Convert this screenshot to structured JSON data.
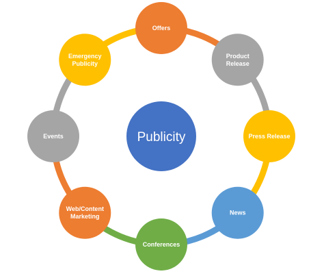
{
  "center": {
    "label": "Publicity",
    "color": "#4472C4"
  },
  "nodes": [
    {
      "id": "offers",
      "label": "Offers",
      "color": "#ED7D31"
    },
    {
      "id": "product-release",
      "label": "Product Release",
      "lines": [
        "Product",
        "Release"
      ],
      "color": "#A5A5A5"
    },
    {
      "id": "press-release",
      "label": "Press Release",
      "color": "#FFC000"
    },
    {
      "id": "news",
      "label": "News",
      "color": "#5B9BD5"
    },
    {
      "id": "conferences",
      "label": "Conferences",
      "color": "#70AD47"
    },
    {
      "id": "web-content-marketing",
      "label": "Web/Content Marketing",
      "lines": [
        "Web/Content",
        "Marketing"
      ],
      "color": "#ED7D31"
    },
    {
      "id": "events",
      "label": "Events",
      "color": "#A5A5A5"
    },
    {
      "id": "emergency-publicity",
      "label": "Emergency Publicity",
      "lines": [
        "Emergency",
        "Publicity"
      ],
      "color": "#FFC000"
    }
  ],
  "ring_arc_colors": [
    "#ED7D31",
    "#A5A5A5",
    "#FFC000",
    "#5B9BD5",
    "#70AD47",
    "#ED7D31",
    "#A5A5A5",
    "#FFC000"
  ]
}
